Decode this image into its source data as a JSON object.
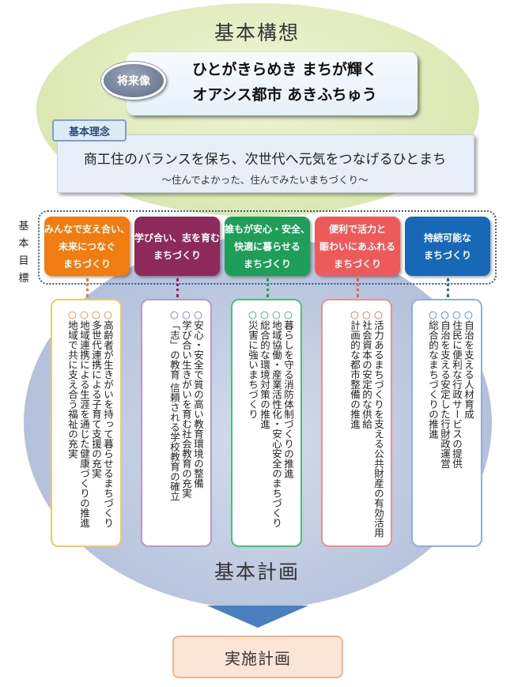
{
  "concept": {
    "title": "基本構想",
    "vision": {
      "badge": "将来像",
      "line1": "ひとがきらめき まちが輝く",
      "line2": "オアシス都市 あきふちゅう"
    },
    "philosophy": {
      "label": "基本理念",
      "main": "商工住のバランスを保ち、次世代へ元気をつなげるひとまち",
      "sub": "～住んでよかった、住んでみたいまちづくり～"
    }
  },
  "goals_label": [
    "基",
    "本",
    "目",
    "標"
  ],
  "goals": [
    {
      "title_lines": [
        "みんなで支え合い、",
        "未来につなぐ",
        "まちづくり"
      ],
      "color": "#f07c12",
      "card_border": "#f2c66a",
      "bullet_color": "#f07c12",
      "items": [
        "高齢者が生きがいを持って暮らせるまちづくり",
        "多世代連携による子育て支援の充実",
        "地域連携による生涯を通じた健康づくりの推進",
        "地域で共に支え合う福祉の充実"
      ]
    },
    {
      "title_lines": [
        "学び合い、志を育む",
        "まちづくり"
      ],
      "color": "#8e2a5b",
      "card_border": "#b59ad0",
      "bullet_color": "#7b5bb0",
      "items": [
        "安心・安全で質の高い教育環境の整備",
        "学び合い生きがいを育む社会教育の充実",
        "「志」の教育 信頼される学校教育の確立"
      ]
    },
    {
      "title_lines": [
        "誰もが安心・安全、",
        "快適に暮らせる",
        "まちづくり"
      ],
      "color": "#1e9e58",
      "card_border": "#4cbf78",
      "bullet_color": "#1e9e58",
      "items": [
        "暮らしを守る消防体制づくりの推進",
        "地域協働・産業活性化・安心安全のまちづくり",
        "総合的な環境対策の推進",
        "災害に強いまちづくり"
      ]
    },
    {
      "title_lines": [
        "便利で活力と",
        "賑わいにあふれる",
        "まちづくり"
      ],
      "color": "#ee5a5a",
      "card_border": "#f08d8d",
      "bullet_color": "#e45050",
      "items": [
        "活力あるまちづくりを支える公共財産の有効活用",
        "社会資本の安定的な供給",
        "計画的な都市整備の推進"
      ]
    },
    {
      "title_lines": [
        "持続可能な",
        "まちづくり"
      ],
      "color": "#1769b8",
      "card_border": "#8ab2d8",
      "bullet_color": "#2a6fbf",
      "items": [
        "自治を支える人材育成",
        "住民に便利な行政サービスの提供",
        "自治を支える安定した行財政運営",
        "総合的なまちづくりの推進"
      ]
    }
  ],
  "plan_title": "基本計画",
  "implementation": "実施計画",
  "bullet_symbol": "○"
}
